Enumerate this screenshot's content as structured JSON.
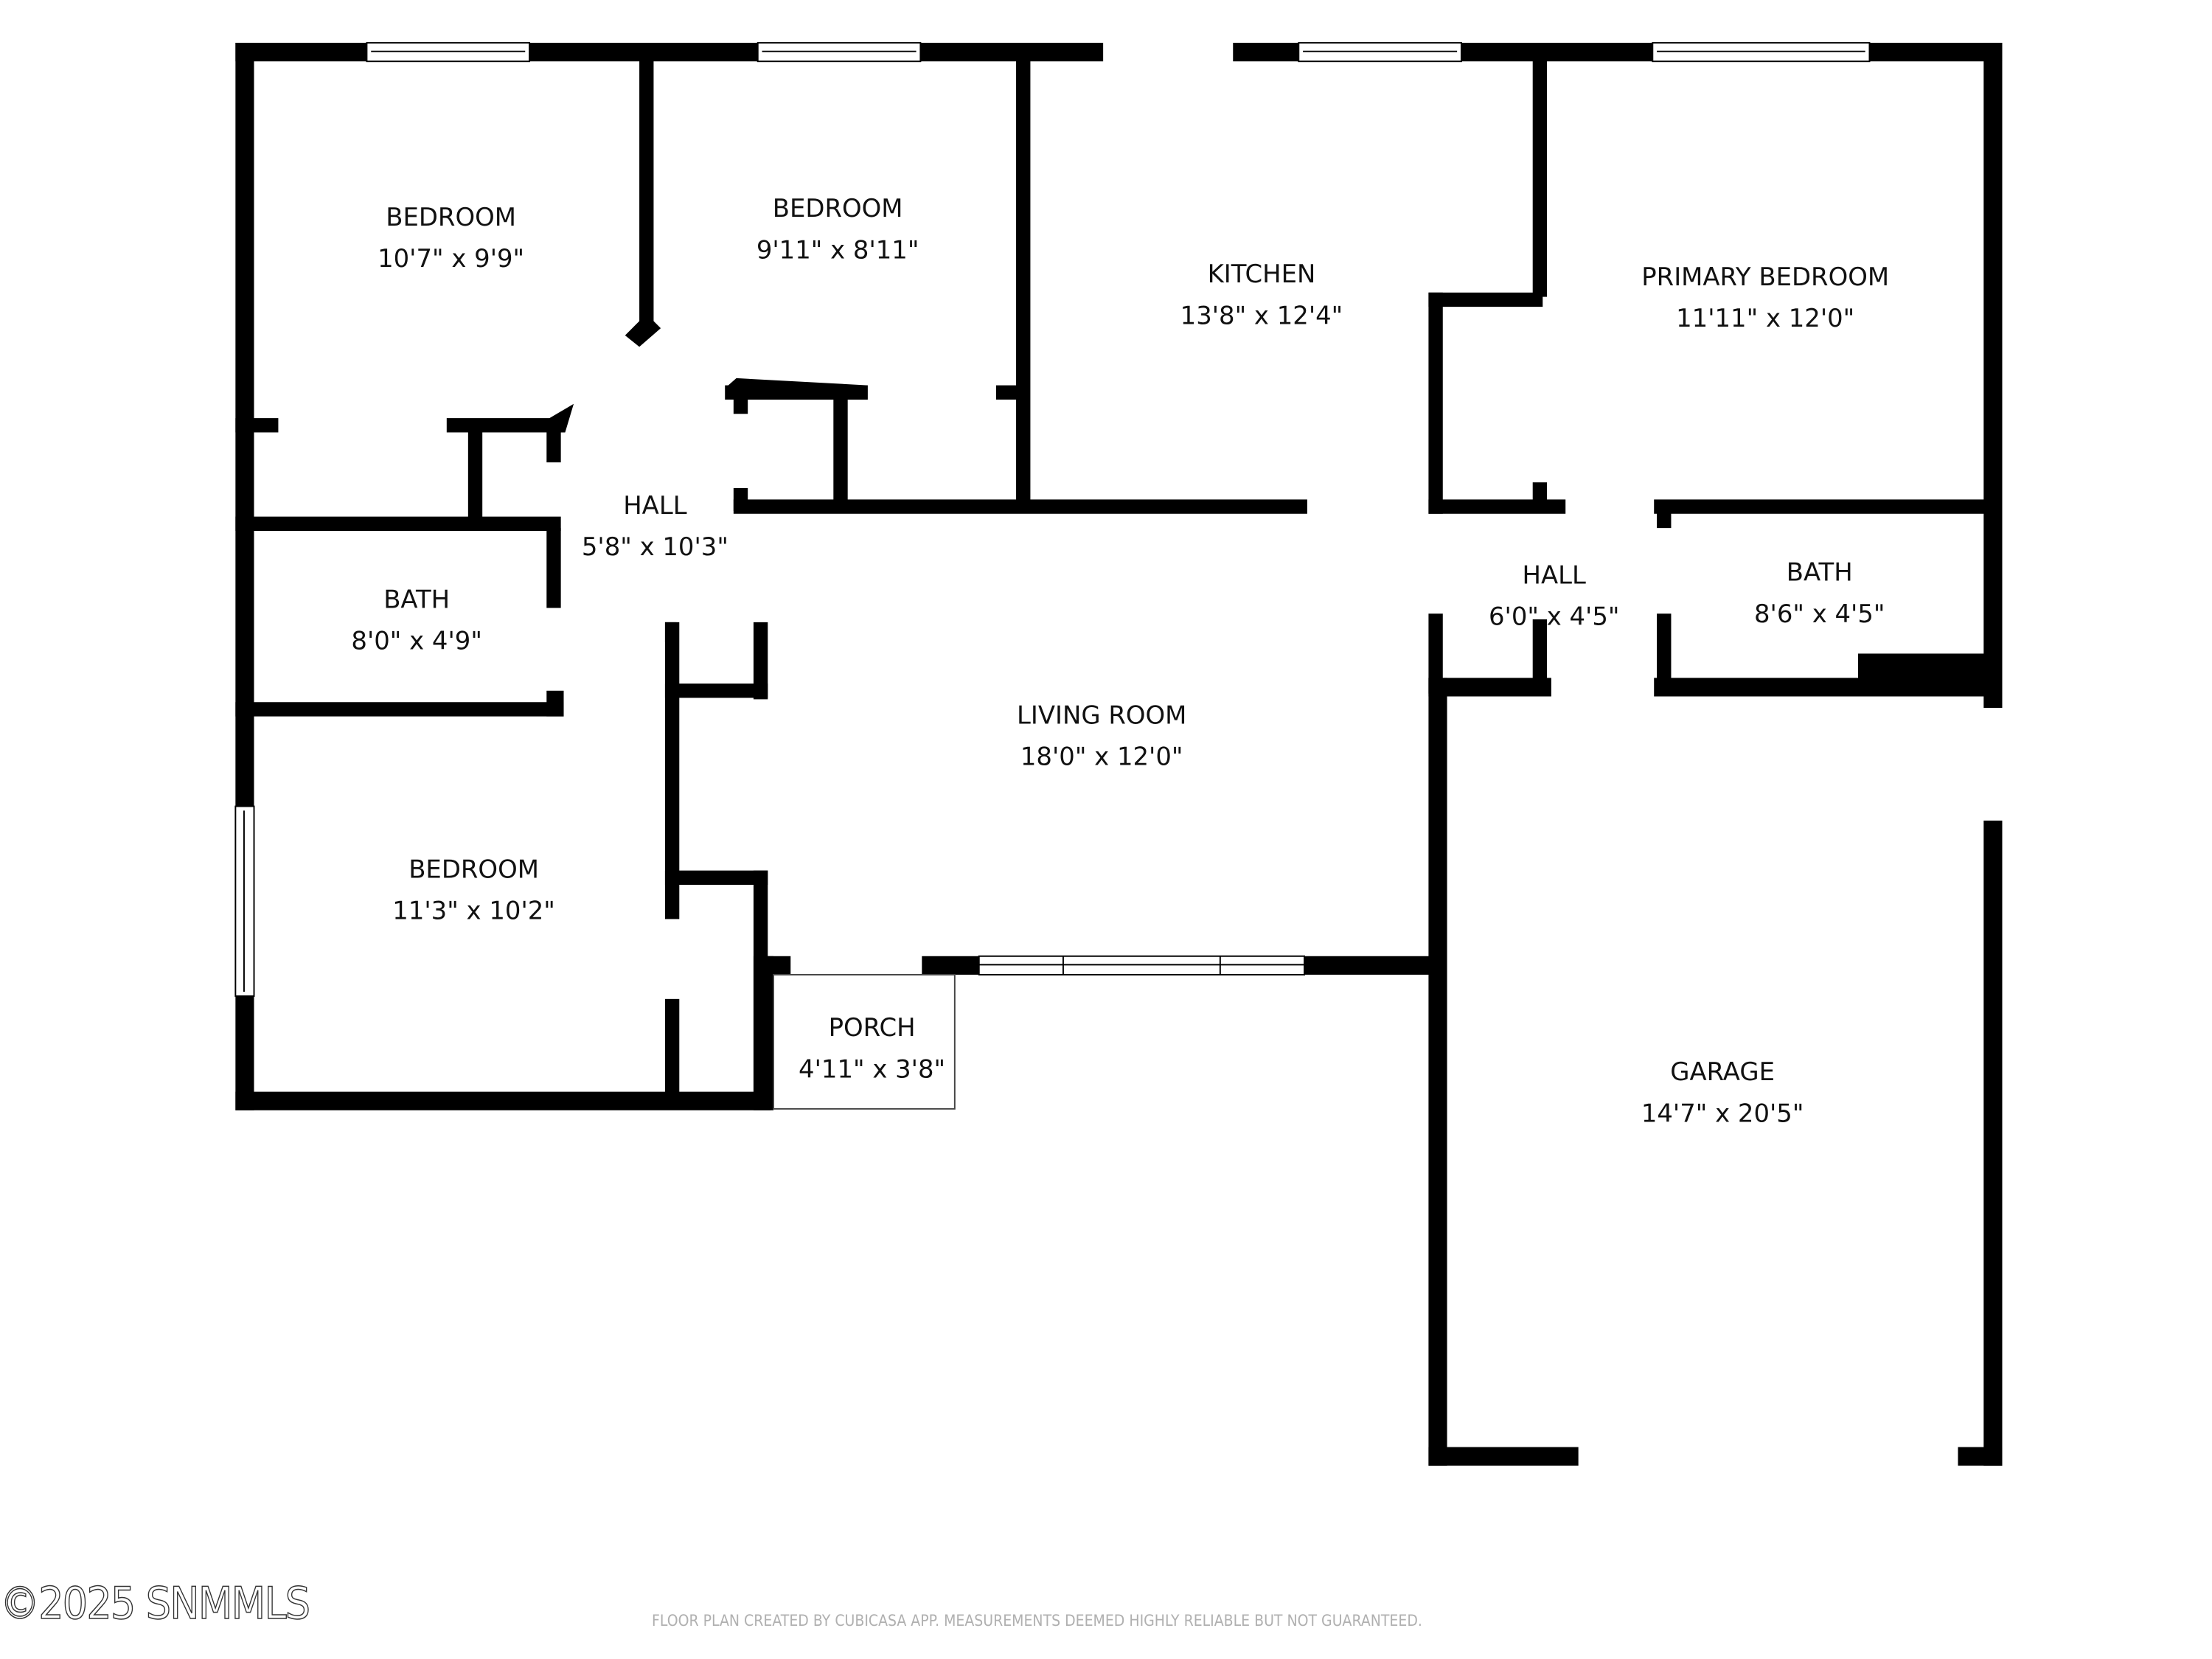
{
  "rooms": {
    "bedroom_nw": {
      "name": "BEDROOM",
      "dims": "10'7\" x 9'9\""
    },
    "bedroom_n": {
      "name": "BEDROOM",
      "dims": "9'11\" x 8'11\""
    },
    "kitchen": {
      "name": "KITCHEN",
      "dims": "13'8\" x 12'4\""
    },
    "primary_bedroom": {
      "name": "PRIMARY BEDROOM",
      "dims": "11'11\" x 12'0\""
    },
    "hall_west": {
      "name": "HALL",
      "dims": "5'8\" x 10'3\""
    },
    "bath_west": {
      "name": "BATH",
      "dims": "8'0\" x 4'9\""
    },
    "hall_east": {
      "name": "HALL",
      "dims": "6'0\" x 4'5\""
    },
    "bath_east": {
      "name": "BATH",
      "dims": "8'6\" x 4'5\""
    },
    "living_room": {
      "name": "LIVING ROOM",
      "dims": "18'0\" x 12'0\""
    },
    "bedroom_sw": {
      "name": "BEDROOM",
      "dims": "11'3\" x 10'2\""
    },
    "porch": {
      "name": "PORCH",
      "dims": "4'11\" x 3'8\""
    },
    "garage": {
      "name": "GARAGE",
      "dims": "14'7\" x 20'5\""
    }
  },
  "footer": {
    "copyright": "©2025 SNMMLS",
    "disclaimer": "FLOOR PLAN CREATED BY CUBICASA APP. MEASUREMENTS DEEMED HIGHLY RELIABLE BUT NOT GUARANTEED."
  },
  "colors": {
    "wall": "#000000",
    "background": "#ffffff",
    "disclaimer": "#b0b0b0"
  }
}
